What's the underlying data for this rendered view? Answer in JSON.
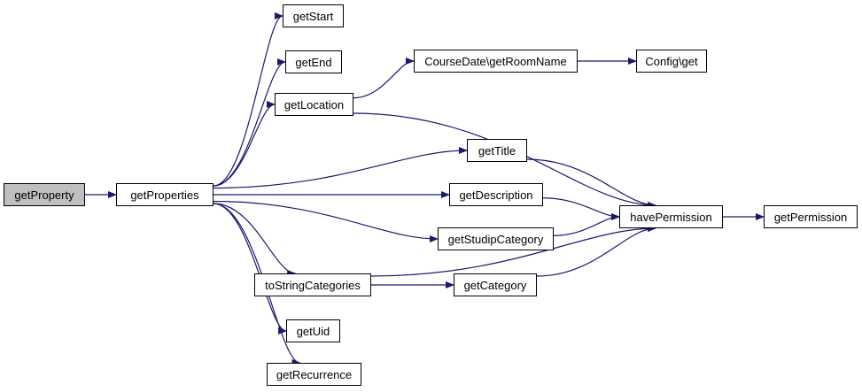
{
  "colors": {
    "edge": "#191970",
    "root_fill": "#bfbfbf",
    "node_fill": "#ffffff",
    "border": "#000000"
  },
  "nodes": {
    "getProperty": "getProperty",
    "getProperties": "getProperties",
    "getStart": "getStart",
    "getEnd": "getEnd",
    "getLocation": "getLocation",
    "getRoomName": "CourseDate\\getRoomName",
    "configGet": "Config\\get",
    "getTitle": "getTitle",
    "getDescription": "getDescription",
    "getStudipCategory": "getStudipCategory",
    "toStringCategories": "toStringCategories",
    "getCategory": "getCategory",
    "getUid": "getUid",
    "getRecurrence": "getRecurrence",
    "havePermission": "havePermission",
    "getPermission": "getPermission"
  },
  "edges": [
    [
      "getProperty",
      "getProperties"
    ],
    [
      "getProperties",
      "getStart"
    ],
    [
      "getProperties",
      "getEnd"
    ],
    [
      "getProperties",
      "getLocation"
    ],
    [
      "getProperties",
      "getTitle"
    ],
    [
      "getProperties",
      "getDescription"
    ],
    [
      "getProperties",
      "getStudipCategory"
    ],
    [
      "getProperties",
      "toStringCategories"
    ],
    [
      "getProperties",
      "getUid"
    ],
    [
      "getProperties",
      "getRecurrence"
    ],
    [
      "getLocation",
      "getRoomName"
    ],
    [
      "getRoomName",
      "configGet"
    ],
    [
      "getLocation",
      "havePermission"
    ],
    [
      "getTitle",
      "havePermission"
    ],
    [
      "getDescription",
      "havePermission"
    ],
    [
      "getStudipCategory",
      "havePermission"
    ],
    [
      "toStringCategories",
      "getCategory"
    ],
    [
      "toStringCategories",
      "havePermission"
    ],
    [
      "getCategory",
      "havePermission"
    ],
    [
      "havePermission",
      "getPermission"
    ]
  ]
}
